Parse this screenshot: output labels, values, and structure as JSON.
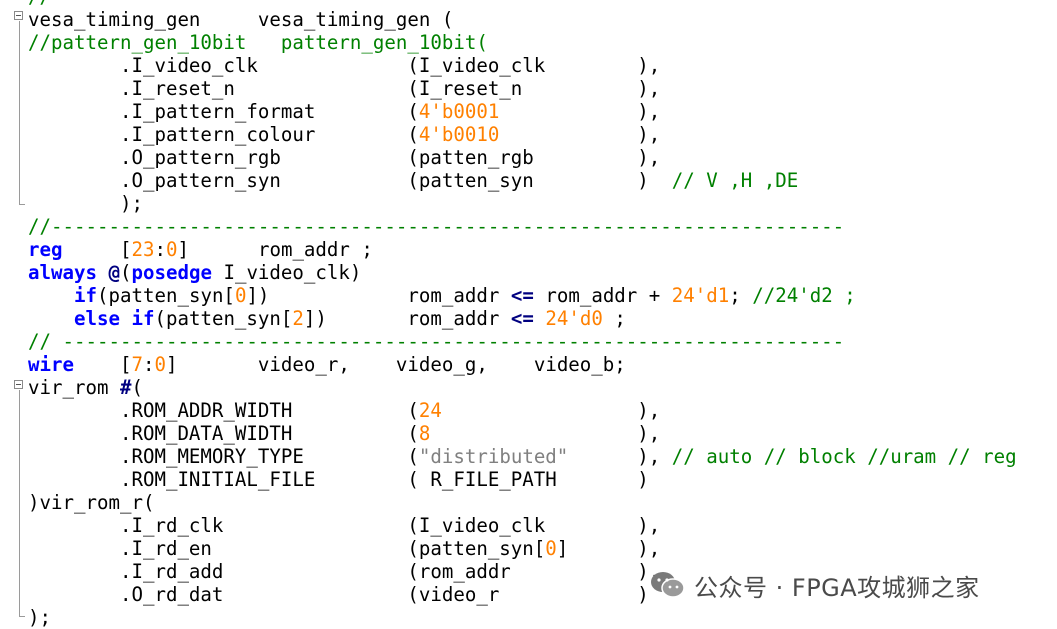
{
  "editor": {
    "lines": [
      {
        "t": "//",
        "c": "cm"
      },
      {
        "t": "vesa_timing_gen     vesa_timing_gen ("
      },
      {
        "t": "//pattern_gen_10bit   pattern_gen_10bit(",
        "c": "cm"
      },
      {
        "t": "        .I_video_clk             (I_video_clk        ),"
      },
      {
        "t": "        .I_reset_n               (I_reset_n          ),"
      },
      {
        "t": "        .I_pattern_format        (4'b0001            ),",
        "num": "4'b0001"
      },
      {
        "t": "        .I_pattern_colour        (4'b0010            ),",
        "num": "4'b0010"
      },
      {
        "t": "        .O_pattern_rgb           (patten_rgb         ),"
      },
      {
        "t": "        .O_pattern_syn           (patten_syn         )  // V ,H ,DE",
        "cm": "// V ,H ,DE"
      },
      {
        "t": "        );"
      },
      {
        "t": "//---------------------------------------------------------------------",
        "c": "cm"
      },
      {
        "t": "reg     [23:0]      rom_addr ;"
      },
      {
        "t": "always @(posedge I_video_clk)"
      },
      {
        "t": "    if(patten_syn[0])            rom_addr <= rom_addr + 24'd1; //24'd2 ;"
      },
      {
        "t": "    else if(patten_syn[2])       rom_addr <= 24'd0 ;"
      },
      {
        "t": "// --------------------------------------------------------------------",
        "c": "cm"
      },
      {
        "t": "wire    [7:0]       video_r,    video_g,    video_b;"
      },
      {
        "t": "vir_rom #("
      },
      {
        "t": "        .ROM_ADDR_WIDTH          (24                 ),"
      },
      {
        "t": "        .ROM_DATA_WIDTH          (8                  ),"
      },
      {
        "t": "        .ROM_MEMORY_TYPE         (\"distributed\"      ), // auto // block //uram // reg"
      },
      {
        "t": "        .ROM_INITIAL_FILE        ( R_FILE_PATH       )"
      },
      {
        "t": ")vir_rom_r("
      },
      {
        "t": "        .I_rd_clk                (I_video_clk        ),"
      },
      {
        "t": "        .I_rd_en                 (patten_syn[0]      ),"
      },
      {
        "t": "        .I_rd_add                (rom_addr           ),"
      },
      {
        "t": "        .O_rd_dat                (video_r            )"
      },
      {
        "t": ");"
      }
    ]
  },
  "watermark": {
    "text": "公众号 · FPGA攻城狮之家",
    "icon": "wechat-icon"
  }
}
